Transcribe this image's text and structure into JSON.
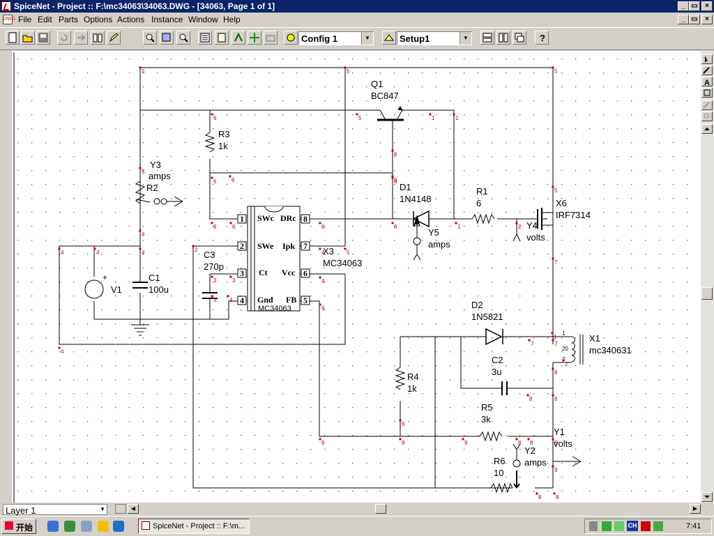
{
  "window": {
    "title": "SpiceNet - Project :: F:\\mc34063\\34063.DWG - [34063, Page 1 of 1]"
  },
  "menu": {
    "items": [
      "File",
      "Edit",
      "Parts",
      "Options",
      "Actions",
      "Instance",
      "Window",
      "Help"
    ],
    "doc_icon": "DWG"
  },
  "toolbar": {
    "config_value": "Config 1",
    "setup_value": "Setup1",
    "icons": [
      "new-icon",
      "open-icon",
      "save-icon",
      "undo-icon",
      "redo-icon",
      "book-icon",
      "edit-icon",
      "zoom-in-icon",
      "zoom-box-icon",
      "zoom-out-icon",
      "netlist-icon",
      "props-icon",
      "run-icon",
      "probe-icon",
      "camera-icon",
      "config-icon",
      "setup-icon",
      "layout-icon",
      "cols-icon",
      "cascade-icon",
      "help-icon"
    ]
  },
  "schematic": {
    "net_labels": [
      "5",
      "5",
      "5",
      "5",
      "5",
      "5",
      "1",
      "1",
      "6",
      "6",
      "6",
      "6",
      "6",
      "6",
      "6",
      "6",
      "6",
      "6",
      "1",
      "2",
      "4",
      "4",
      "4",
      "4",
      "4",
      "4",
      "2",
      "3",
      "3",
      "3",
      "4",
      "7",
      "5",
      "4",
      "9",
      "7",
      "7",
      "1",
      "2",
      "9",
      "8",
      "8",
      "8",
      "9",
      "9",
      "9",
      "9",
      "8",
      "8",
      "8",
      "8",
      "8"
    ],
    "labels": {
      "q1_ref": "Q1",
      "q1_val": "BC847",
      "r3_ref": "R3",
      "r3_val": "1k",
      "y3_ref": "Y3",
      "y3_val": "amps",
      "r2_ref": "R2",
      "d1_ref": "D1",
      "d1_val": "1N4148",
      "r1_ref": "R1",
      "r1_val": "6",
      "x6_ref": "X6",
      "x6_val": "IRF7314",
      "y4_ref": "Y4",
      "y4_val": "volts",
      "y5_ref": "Y5",
      "y5_val": "amps",
      "c3_ref": "C3",
      "c3_val": "270p",
      "x3_ref": "X3",
      "x3_val": "MC34063",
      "c1_ref": "C1",
      "c1_val": "100u",
      "v1_ref": "V1",
      "v1_plus": "+",
      "d2_ref": "D2",
      "d2_val": "1N5821",
      "x1_ref": "X1",
      "x1_val": "mc340631",
      "x1_p1": "1",
      "x1_p2": "2",
      "x1_turns": "20",
      "c2_ref": "C2",
      "c2_val": "3u",
      "r4_ref": "R4",
      "r4_val": "1k",
      "r5_ref": "R5",
      "r5_val": "3k",
      "y1_ref": "Y1",
      "y1_val": "volts",
      "y2_ref": "Y2",
      "y2_val": "amps",
      "r6_ref": "R6",
      "r6_val": "10"
    },
    "ic": {
      "part": "MC34063",
      "pins_left": [
        {
          "num": "1",
          "name": "SWc"
        },
        {
          "num": "2",
          "name": "SWe"
        },
        {
          "num": "3",
          "name": "Ct"
        },
        {
          "num": "4",
          "name": "Gnd"
        }
      ],
      "pins_right": [
        {
          "num": "8",
          "name": "DRc"
        },
        {
          "num": "7",
          "name": "Ipk"
        },
        {
          "num": "6",
          "name": "Vcc"
        },
        {
          "num": "5",
          "name": "FB"
        }
      ]
    }
  },
  "layer": {
    "value": "Layer 1"
  },
  "taskbar": {
    "start_label": "开始",
    "task_label": "SpiceNet - Project :: F:\\m...",
    "clock": "7:41",
    "tray_ime": "CH"
  }
}
